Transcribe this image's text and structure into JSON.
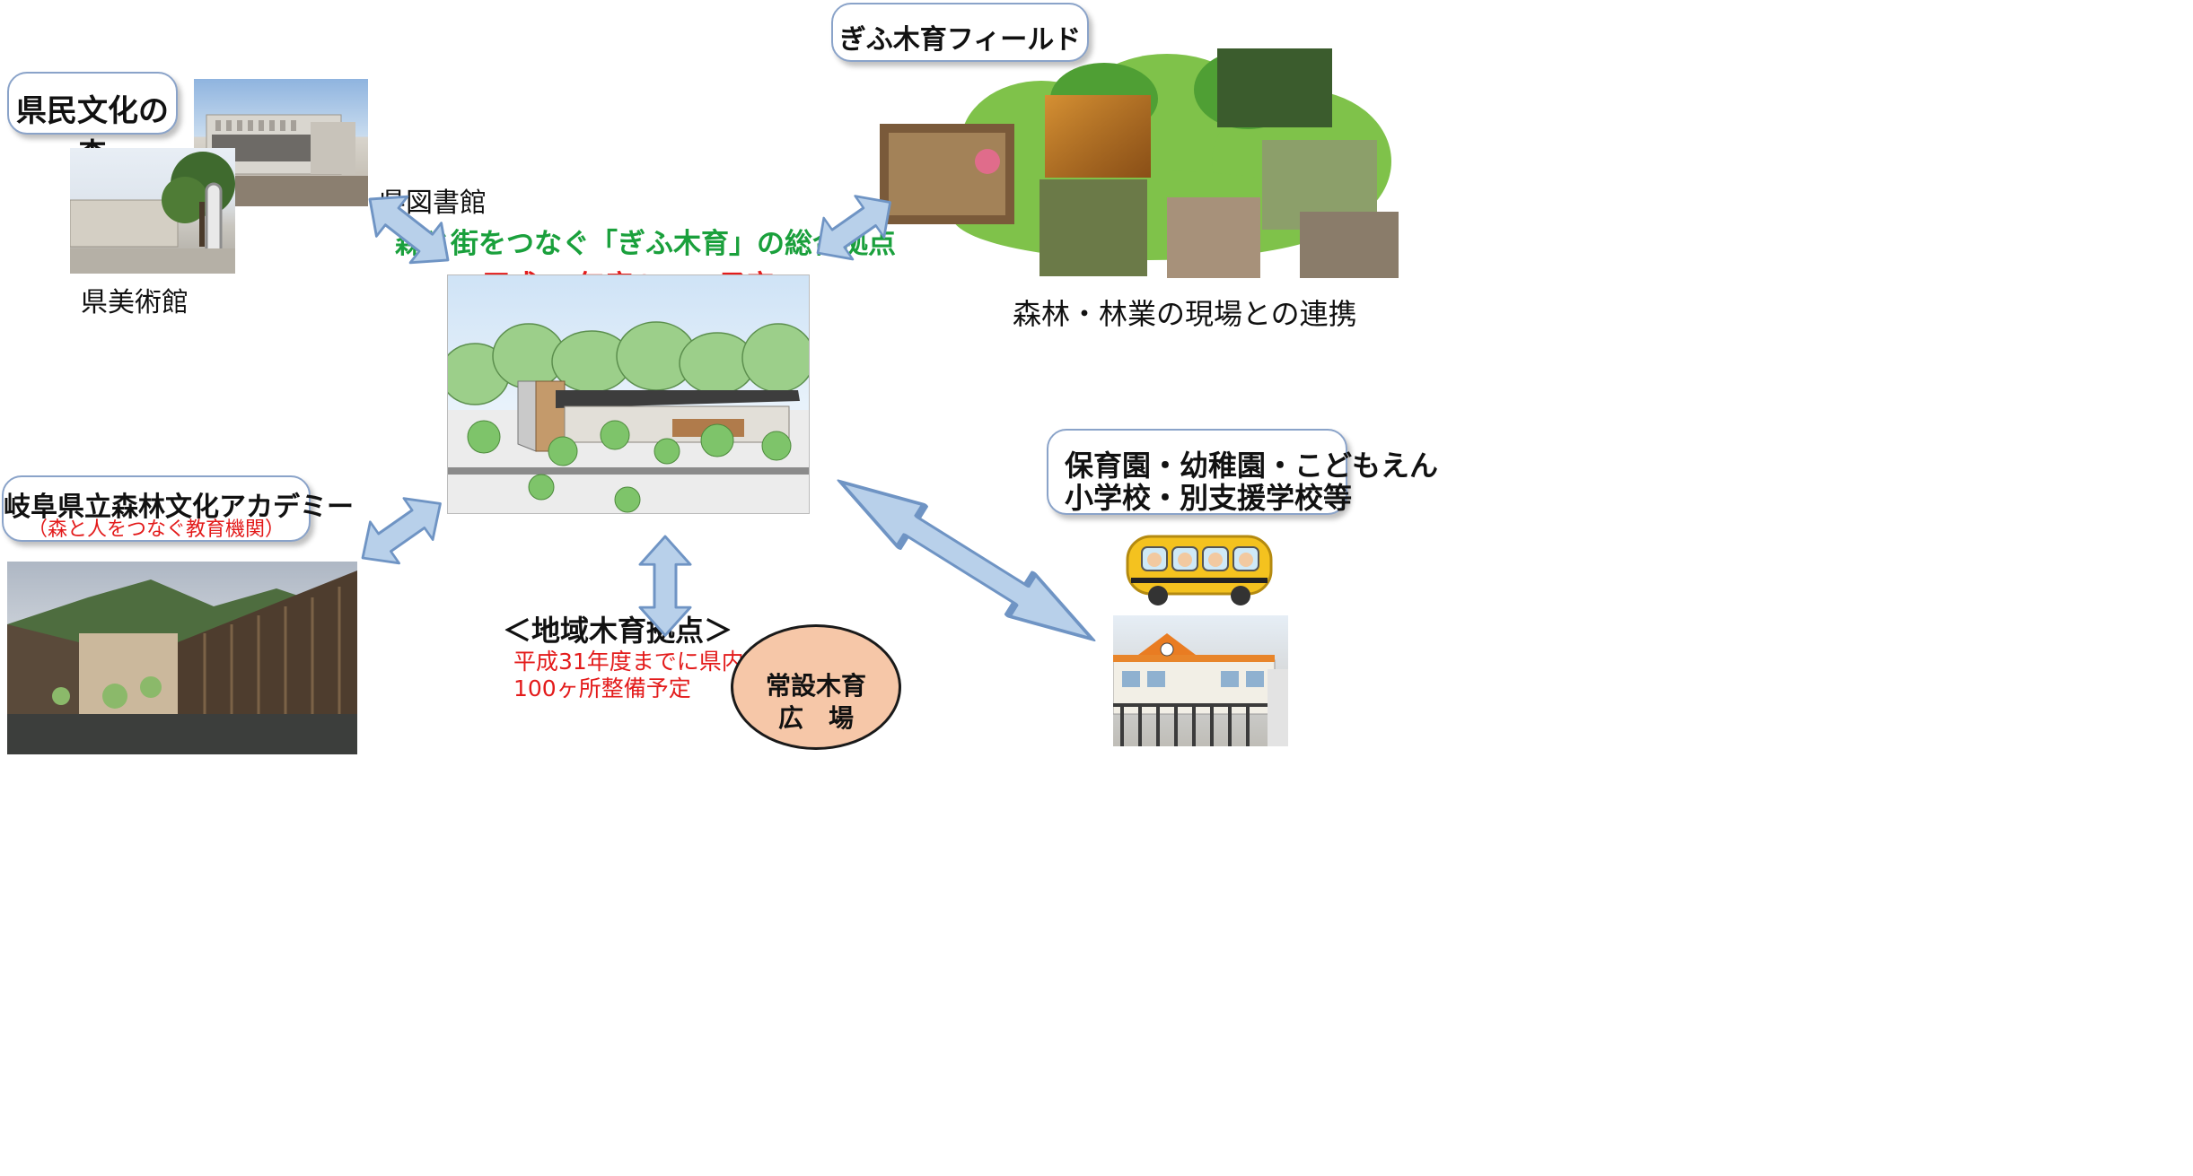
{
  "header": {
    "title_line1": "森と街をつなぐ「ぎふ木育」の総合拠点",
    "title_line2": "平成31年度OPEN予定"
  },
  "culture_forest": {
    "title": "県民文化の森",
    "library_label": "県図書館",
    "museum_label": "県美術館"
  },
  "gifu_field": {
    "title": "ぎふ木育フィールド",
    "caption": "森林・林業の現場との連携"
  },
  "academy": {
    "title": "岐阜県立森林文化アカデミー",
    "subtitle": "（森と人をつなぐ教育機関）"
  },
  "schools": {
    "line1": "保育園・幼稚園・こどもえん",
    "line2": "小学校・別支援学校等"
  },
  "local_base": {
    "title": "＜地域木育拠点＞",
    "note_line1": "平成31年度までに県内に",
    "note_line2": "100ヶ所整備予定"
  },
  "plaza": {
    "line1": "常設木育",
    "line2": "広　場"
  },
  "colors": {
    "title_green": "#1aa03c",
    "accent_red": "#e31b1b",
    "arrow_fill": "#b8d0ea",
    "arrow_stroke": "#6f94c4",
    "box_border": "#8aa3c9",
    "plaza_fill": "#f6c7a8"
  }
}
